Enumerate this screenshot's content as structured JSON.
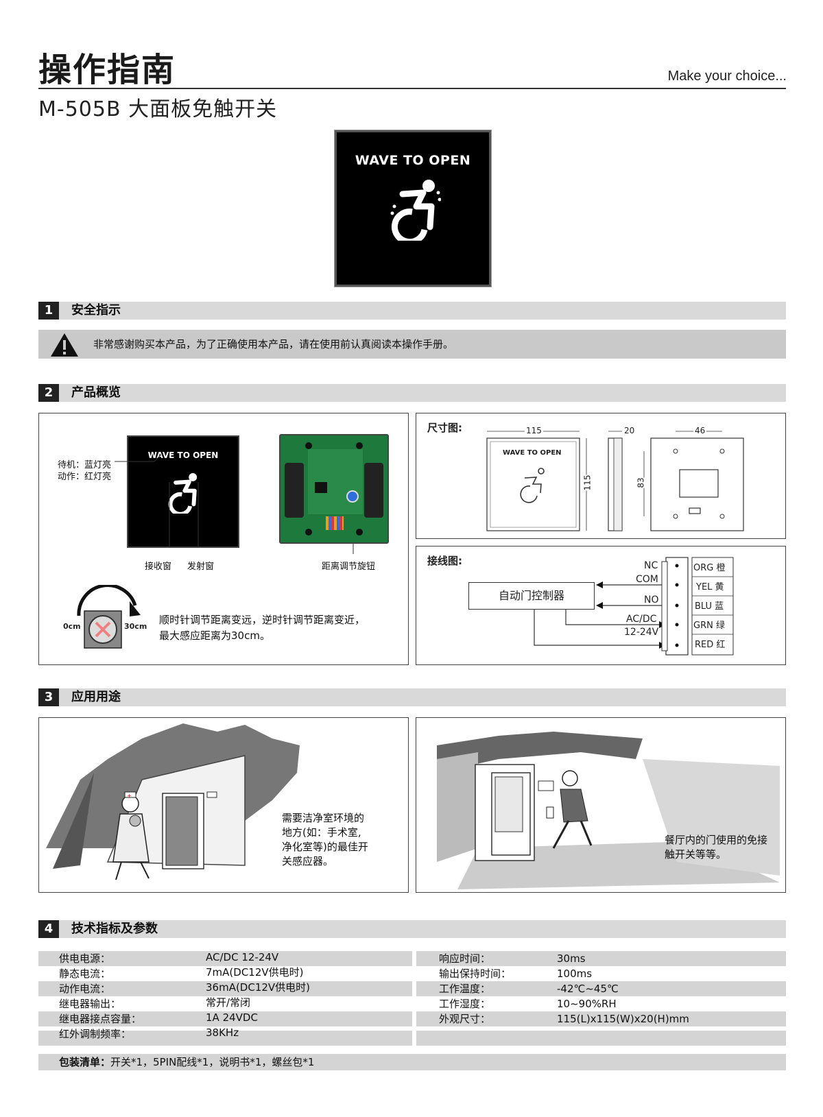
{
  "header": {
    "title": "操作指南",
    "slogan": "Make  your choice...",
    "subtitle": "M-505B 大面板免触开关"
  },
  "hero": {
    "panel_text": "WAVE TO OPEN",
    "icon": "wheelchair-icon"
  },
  "sections": {
    "s1": {
      "num": "1",
      "title": "安全指示"
    },
    "s2": {
      "num": "2",
      "title": "产品概览"
    },
    "s3": {
      "num": "3",
      "title": "应用用途"
    },
    "s4": {
      "num": "4",
      "title": "技术指标及参数"
    }
  },
  "warning": {
    "icon": "warning-triangle-icon",
    "text": "非常感谢购买本产品，为了正确使用本产品，请在使用前认真阅读本操作手册。"
  },
  "overview": {
    "panel_text": "WAVE TO OPEN",
    "led_standby": "待机：蓝灯亮",
    "led_action": "动作：红灯亮",
    "receive_window": "接收窗",
    "emit_window": "发射窗",
    "knob_label": "距离调节旋钮",
    "knob_min": "0cm",
    "knob_max": "30cm",
    "knob_desc_1": "顺时针调节距离变远，逆时针调节距离变近，",
    "knob_desc_2": "最大感应距离为30cm。"
  },
  "dimensions": {
    "title": "尺寸图:",
    "width": "115",
    "height": "115",
    "depth": "20",
    "hole_h": "46",
    "hole_v": "83",
    "panel_text": "WAVE TO OPEN"
  },
  "wiring": {
    "title": "接线图:",
    "controller": "自动门控制器",
    "pins": [
      "NC",
      "COM",
      "NO",
      "AC/DC",
      "12-24V"
    ],
    "colors": [
      "ORG 橙",
      "YEL 黄",
      "BLU 蓝",
      "GRN 绿",
      "RED 红"
    ]
  },
  "applications": {
    "left": [
      "需要洁净室环境的",
      "地方(如：手术室,",
      "净化室等)的最佳开",
      "关感应器。"
    ],
    "right": [
      "餐厅内的门使用的免接",
      "触开关等等。"
    ]
  },
  "specs": {
    "left": [
      {
        "label": "供电电源：",
        "value": "AC/DC 12-24V"
      },
      {
        "label": "静态电流：",
        "value": "7mA(DC12V供电时)"
      },
      {
        "label": "动作电流：",
        "value": "36mA(DC12V供电时)"
      },
      {
        "label": "继电器输出：",
        "value": "常开/常闭"
      },
      {
        "label": "继电器接点容量：",
        "value": "1A 24VDC"
      },
      {
        "label": "红外调制频率：",
        "value": "38KHz"
      }
    ],
    "right": [
      {
        "label": "响应时间：",
        "value": "30ms"
      },
      {
        "label": "输出保持时间：",
        "value": "100ms"
      },
      {
        "label": "工作温度：",
        "value": "-42℃~45℃"
      },
      {
        "label": "工作湿度：",
        "value": "10~90%RH"
      },
      {
        "label": "外观尺寸：",
        "value": "115(L)x115(W)x20(H)mm"
      }
    ]
  },
  "package": {
    "label": "包装清单：",
    "text": "开关*1，5PIN配线*1，说明书*1，螺丝包*1"
  }
}
